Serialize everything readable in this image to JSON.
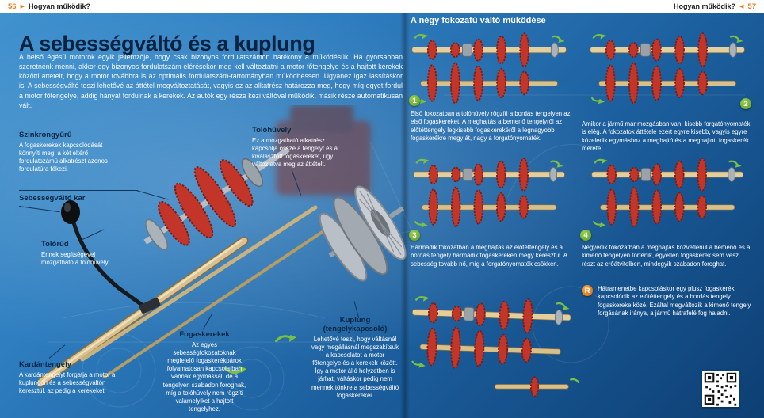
{
  "colors": {
    "accent_orange": "#e87d1a",
    "step_green": "#6aab27",
    "reverse_orange": "#ef7f1a",
    "navy_heading": "#0a2745",
    "background_blue_top": "#3a8cc9",
    "background_blue_bottom": "#0d3f73",
    "gear_red": "#c43529",
    "shaft_tan": "#dfc894"
  },
  "header": {
    "left_page_number": "56",
    "left_title": "Hogyan működik?",
    "right_title": "Hogyan működik?",
    "right_page_number": "57"
  },
  "left_page": {
    "title": "A sebességváltó és a kuplung",
    "intro": "A belső égésű motorok egyik jellemzője, hogy csak bizonyos fordulatszámon hatékony a működésük. Ha gyorsabban szeretnénk menni, akkor egy bizonyos fordulatszám elérésekor meg kell változtatni a motor főtengelye és a hajtott kerekek közötti áttételt, hogy a motor továbbra is az optimális fordulatszám-tartományban működhessen. Ugyanez igaz lassításkor is. A sebességváltó teszi lehetővé az áttétel megváltoztatását, vagyis ez az alkatrész határozza meg, hogy míg egyet fordul a motor főtengelye, addig hányat fordulnak a kerekek. Az autók egy része kézi váltóval működik, másik része automatikusan vált.",
    "labels": [
      {
        "title": "Szinkrongyűrű",
        "text": "A fogaskerekek kapcsolódását könnyíti meg: a két eltérő fordulatszámú alkatrészt azonos fordulatúra fékezi."
      },
      {
        "title": "Sebességváltó kar",
        "text": ""
      },
      {
        "title": "Tolórúd",
        "text": "Ennek segítségével mozgatható a tolóhüvely."
      },
      {
        "title": "Tolóhüvely",
        "text": "Ez a mozgatható alkatrész kapcsolja össze a tengelyt és a kiválasztott fogaskereket, úgy változtatva meg az áttételt."
      },
      {
        "title": "Kardántengely",
        "text": "A kardántengelyt forgatja a motor a kuplungon és a sebességváltón keresztül, az pedig a kerekeket."
      },
      {
        "title": "Fogaskerekek",
        "text": "Az egyes sebességfokozatoknak megfelelő fogaskerékpárok folyamatosan kapcsolatban vannak egymással, de a tengelyen szabadon forognak, míg a tolóhüvely nem rögzíti valamelyiket a hajtott tengelyhez."
      },
      {
        "title": "Kuplung (tengelykapcsoló)",
        "text": "Lehetővé teszi, hogy váltásnál vagy megállásnál megszakítsuk a kapcsolatot a motor főtengelye és a kerekek között. Így a motor álló helyzetben is járhat, váltáskor pedig nem mennek tönkre a sebességváltó fogaskerekei."
      }
    ]
  },
  "right_page": {
    "title": "A négy fokozatú váltó működése",
    "steps": [
      {
        "number": "1",
        "text": "Első fokozatban a tolóhüvely rögzíti a bordás tengelyen az első fogaskereket. A meghajtás a bemenő tengelyről az előtéttengely legkisebb fogaskerekéről a legnagyobb fogaskerékre megy át, nagy a forgatónyomaték."
      },
      {
        "number": "2",
        "text": "Amikor a jármű már mozgásban van, kisebb forgatónyomaték is elég. A fokozatok áttétele ezért egyre kisebb, vagyis egyre közeledik egymáshoz a meghajtó és a meghajtott fogaskerék mérete."
      },
      {
        "number": "3",
        "text": "Harmadik fokozatban a meghajtás az előtéttengely és a bordás tengely harmadik fogaskerekén megy keresztül. A sebesség tovább nő, míg a forgatónyomaték csökken."
      },
      {
        "number": "4",
        "text": "Negyedik fokozatban a meghajtás közvetlenül a bemenő és a kimenő tengelyen történik, egyetlen fogaskerék sem vesz részt az erőátvitelben, mindegyik szabadon foroghat."
      }
    ],
    "reverse": {
      "number": "R",
      "text": "Hátramenetbe kapcsoláskor egy plusz fogaskerék kapcsolódik az előtéttengely és a bordás tengely fogaskereke közé. Ezáltal megváltozik a kimenő tengely forgásának iránya, a jármű hátrafelé fog haladni."
    }
  }
}
